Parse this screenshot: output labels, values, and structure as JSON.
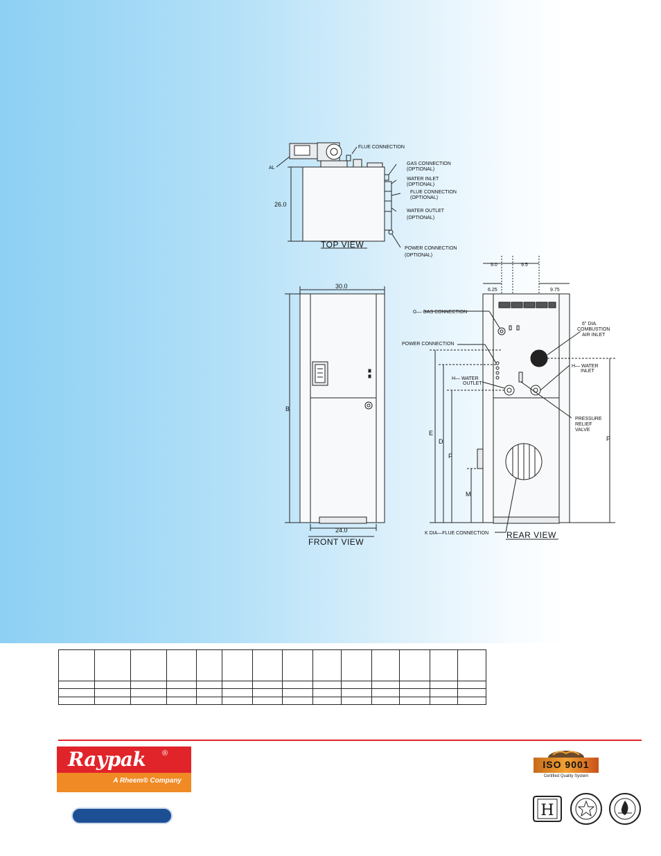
{
  "labels": {
    "flue_connection": "FLUE CONNECTION",
    "al": "AL",
    "gas_connection": "GAS CONNECTION",
    "optional": "(OPTIONAL)",
    "water_inlet": "WATER INLET",
    "flue_connection_opt": "FLUE CONNECTION",
    "water_outlet": "WATER OUTLET",
    "power_connection": "POWER CONNECTION",
    "dim_26": "26.0",
    "top_view": "TOP VIEW",
    "dim_30": "30.0",
    "dim_24": "24.0",
    "dim_b": "B",
    "front_view": "FRONT VIEW",
    "dim_9_0": "9.0",
    "dim_9_5": "9.5",
    "dim_6_25": "6.25",
    "dim_9_75": "9.75",
    "g_gas": "G— GAS CONNECTION",
    "power_conn_rear": "POWER CONNECTION",
    "h_water_outlet_1": "H— WATER",
    "h_water_outlet_2": "OUTLET",
    "combustion_1": "6\" DIA.",
    "combustion_2": "COMBUSTION",
    "combustion_3": "AIR INLET",
    "h_water_inlet_1": "H— WATER",
    "h_water_inlet_2": "INLET",
    "prv_1": "PRESSURE",
    "prv_2": "RELIEF",
    "prv_3": "VALVE",
    "dim_e": "E",
    "dim_d": "D",
    "dim_f": "F",
    "dim_m": "M",
    "dim_p": "P",
    "k_flue": "K DIA—FLUE CONNECTION",
    "rear_view": "REAR VIEW"
  },
  "table": {
    "columns": 14,
    "rows": 4
  },
  "logo": {
    "wordmark": "Raypak",
    "tagline": "A Rheem® Company",
    "registered": "®"
  },
  "iso": {
    "title": "ISO 9001",
    "subtitle": "Certified Quality System"
  },
  "seals": {
    "h_stamp": "H"
  },
  "colors": {
    "gradient_start": "#8dd0f3",
    "rule_red": "#e1242a",
    "logo_red": "#e1242a",
    "logo_orange": "#f08a24",
    "pill_blue": "#1d4f94"
  }
}
